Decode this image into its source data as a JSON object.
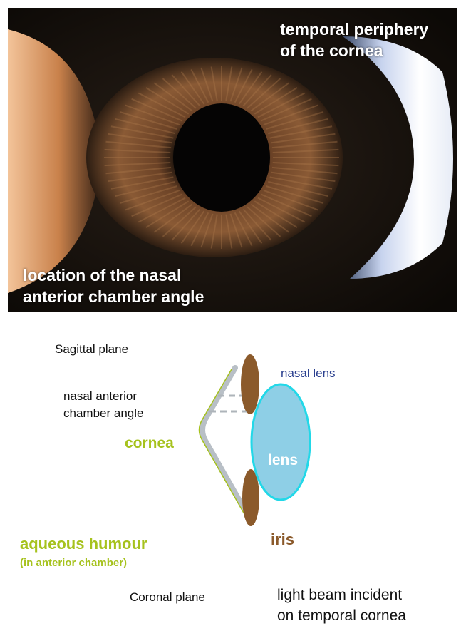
{
  "photo": {
    "temporal_label": [
      "temporal periphery",
      "of the cornea"
    ],
    "nasal_label": [
      "location of the nasal",
      "anterior chamber angle"
    ]
  },
  "diagram": {
    "sagittal_plane": "Sagittal plane",
    "nasal_angle": [
      "nasal anterior",
      "chamber angle"
    ],
    "cornea": "cornea",
    "nasal_lens": "nasal lens",
    "lens": "lens",
    "iris": "iris",
    "aqueous_humour": "aqueous humour",
    "aqueous_sub": "(in anterior chamber)",
    "coronal_plane": "Coronal plane",
    "light_beam": [
      "light beam incident",
      "on temporal cornea"
    ]
  },
  "colors": {
    "cornea_text": "#a6c21d",
    "cornea_stroke": "#b8bfc6",
    "iris": "#8b5a2b",
    "lens_fill": "#8ecfe6",
    "lens_outline": "#22d8e8",
    "nasal_lens_text": "#2a3f8f"
  }
}
